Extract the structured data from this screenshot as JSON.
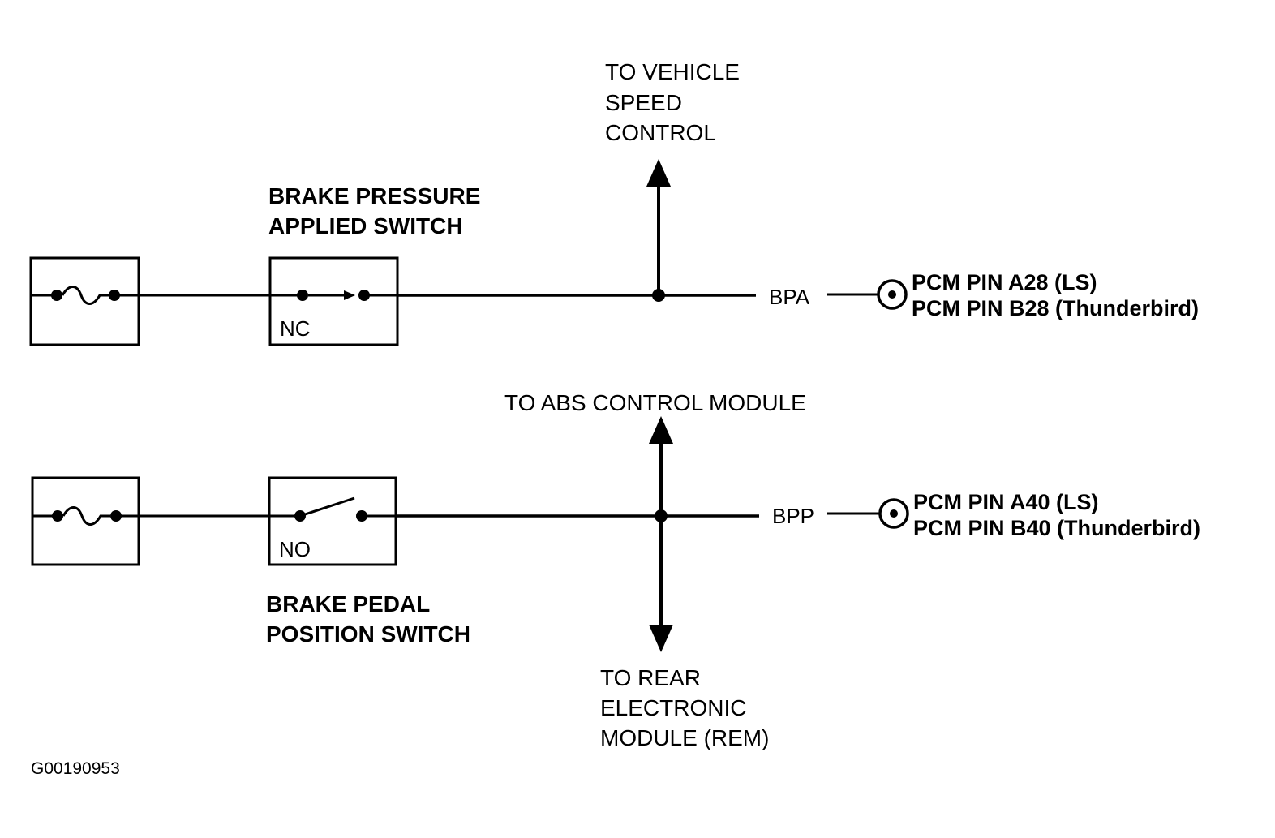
{
  "upper_circuit": {
    "switch_label_line1": "BRAKE PRESSURE",
    "switch_label_line2": "APPLIED SWITCH",
    "switch_state": "NC",
    "branch_label_line1": "TO VEHICLE",
    "branch_label_line2": "SPEED",
    "branch_label_line3": "CONTROL",
    "signal_label": "BPA",
    "pin_line1": "PCM PIN A28 (LS)",
    "pin_line2": "PCM PIN B28 (Thunderbird)"
  },
  "lower_circuit": {
    "switch_label_line1": "BRAKE PEDAL",
    "switch_label_line2": "POSITION SWITCH",
    "switch_state": "NO",
    "branch_up_label": "TO ABS CONTROL MODULE",
    "branch_down_label_line1": "TO REAR",
    "branch_down_label_line2": "ELECTRONIC",
    "branch_down_label_line3": "MODULE (REM)",
    "signal_label": "BPP",
    "pin_line1": "PCM PIN A40 (LS)",
    "pin_line2": "PCM PIN B40 (Thunderbird)"
  },
  "figure_id": "G00190953"
}
